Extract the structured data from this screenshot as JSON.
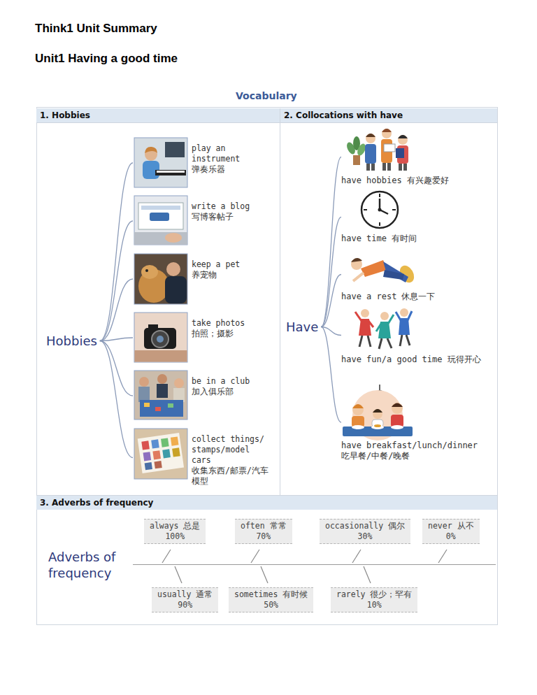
{
  "diagram": {
    "title": "Think1 Unit Summary",
    "nodes": [
      {
        "text": [
          "1. Hobbies"
        ]
      },
      {
        "text": [
          "2. Collocations with have"
        ]
      },
      {
        "text": [
          "Hobbies"
        ]
      },
      {
        "text": [
          "play an instrument",
          "弹奏乐器"
        ]
      },
      {
        "text": [
          "write a blog",
          "写博客帖子"
        ]
      },
      {
        "text": [
          "keep a pet",
          "养宠物"
        ]
      },
      {
        "text": [
          "take photos",
          "拍照；摄影"
        ]
      },
      {
        "text": [
          "be in a club",
          "加入俱乐部"
        ]
      },
      {
        "text": [
          "collect things/ stamps/model cars",
          "收集东西/邮票/汽车模型"
        ]
      },
      {
        "text": [
          "Have"
        ]
      },
      {
        "text": [
          "have hobbies",
          "有兴趣爱好"
        ]
      },
      {
        "text": [
          "have time",
          "有时间"
        ]
      },
      {
        "text": [
          "have a rest",
          "休息一下"
        ]
      },
      {
        "text": [
          "have fun/a good time",
          "玩得开心"
        ]
      },
      {
        "text": [
          "have breakfast/lunch/dinner",
          "吃早餐/中餐/晚餐"
        ]
      },
      {
        "text": [
          "3. Adverbs of frequency"
        ]
      },
      {
        "text": [
          "Adverbs of frequency"
        ]
      },
      {
        "text": [
          "always 总是",
          "100%"
        ]
      },
      {
        "text": [
          "often 常常",
          "70%"
        ]
      },
      {
        "text": [
          "occasionally 偶尔",
          "30%"
        ]
      },
      {
        "text": [
          "never 从不",
          "0%"
        ]
      },
      {
        "text": [
          "usually 通常",
          "90%"
        ]
      },
      {
        "text": [
          "sometimes 有时候",
          "50%"
        ]
      },
      {
        "text": [
          "rarely 很少；罕有",
          "10%"
        ]
      }
    ],
    "edges": [
      {
        "from": 2,
        "to": 3,
        "arrow": "none"
      },
      {
        "from": 2,
        "to": 4,
        "arrow": "none"
      },
      {
        "from": 2,
        "to": 5,
        "arrow": "none"
      },
      {
        "from": 2,
        "to": 6,
        "arrow": "none"
      },
      {
        "from": 2,
        "to": 7,
        "arrow": "none"
      },
      {
        "from": 2,
        "to": 8,
        "arrow": "none"
      },
      {
        "from": 9,
        "to": 10,
        "arrow": "none"
      },
      {
        "from": 9,
        "to": 11,
        "arrow": "none"
      },
      {
        "from": 9,
        "to": 12,
        "arrow": "none"
      },
      {
        "from": 9,
        "to": 13,
        "arrow": "none"
      },
      {
        "from": 9,
        "to": 14,
        "arrow": "none"
      }
    ],
    "labels": [
      "Unit1 Having a good time",
      "Vocabulary"
    ]
  }
}
